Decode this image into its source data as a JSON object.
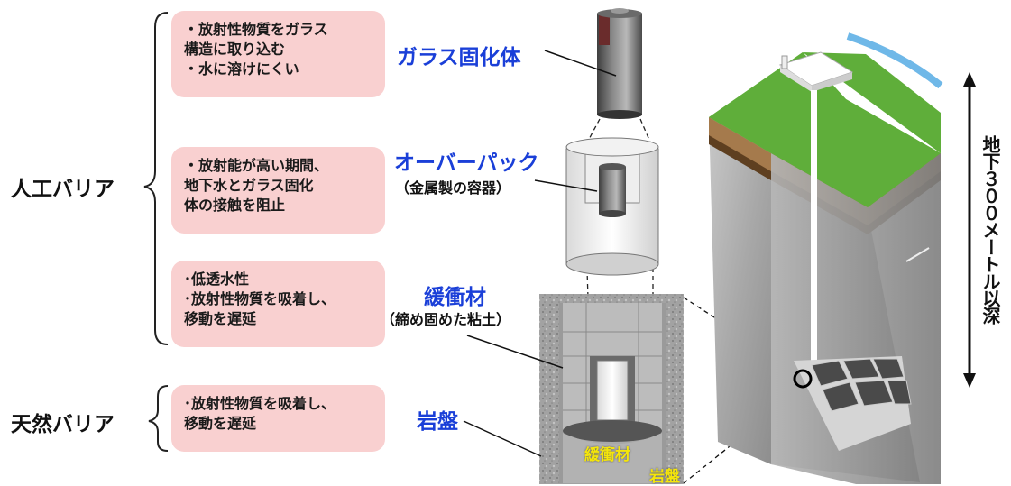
{
  "engineered_barrier": {
    "label": "人工バリア"
  },
  "natural_barrier": {
    "label": "天然バリア"
  },
  "boxes": {
    "glass": [
      "・放射性物質をガラス",
      "構造に取り込む",
      "・水に溶けにくい"
    ],
    "overpack": [
      "・放射能が高い期間、",
      "地下水とガラス固化",
      "体の接触を阻止"
    ],
    "buffer": [
      "･低透水性",
      "･放射性物質を吸着し、",
      "移動を遅延"
    ],
    "rock": [
      "･放射性物質を吸着し、",
      "移動を遅延"
    ]
  },
  "components": {
    "glass": {
      "title": "ガラス固化体"
    },
    "overpack": {
      "title": "オーバーパック",
      "sub": "（金属製の容器）"
    },
    "buffer": {
      "title": "緩衝材",
      "sub": "（締め固めた粘土）"
    },
    "rock": {
      "title": "岩盤"
    }
  },
  "cross_section_labels": {
    "buffer": "緩衝材",
    "rock": "岩盤"
  },
  "depth_label": "地下３００メートル以深",
  "colors": {
    "title_blue": "#1a3fd8",
    "box_pink": "#f9d0d0",
    "label_yellow": "#f5e60a",
    "grass": "#5fae3a"
  }
}
